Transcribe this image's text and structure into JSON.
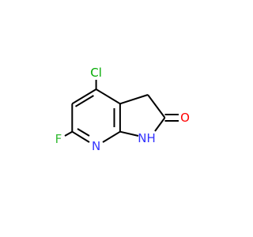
{
  "molecule": {
    "atoms": [
      {
        "id": "cl",
        "label": "Cl",
        "color": "#00aa00"
      },
      {
        "id": "f",
        "label": "F",
        "color": "#33bb33"
      },
      {
        "id": "n1",
        "label": "N",
        "color": "#3333ff"
      },
      {
        "id": "nh",
        "label": "NH",
        "color": "#3333ff"
      },
      {
        "id": "o",
        "label": "O",
        "color": "#ff0000"
      }
    ],
    "bond_color": "#000000"
  }
}
